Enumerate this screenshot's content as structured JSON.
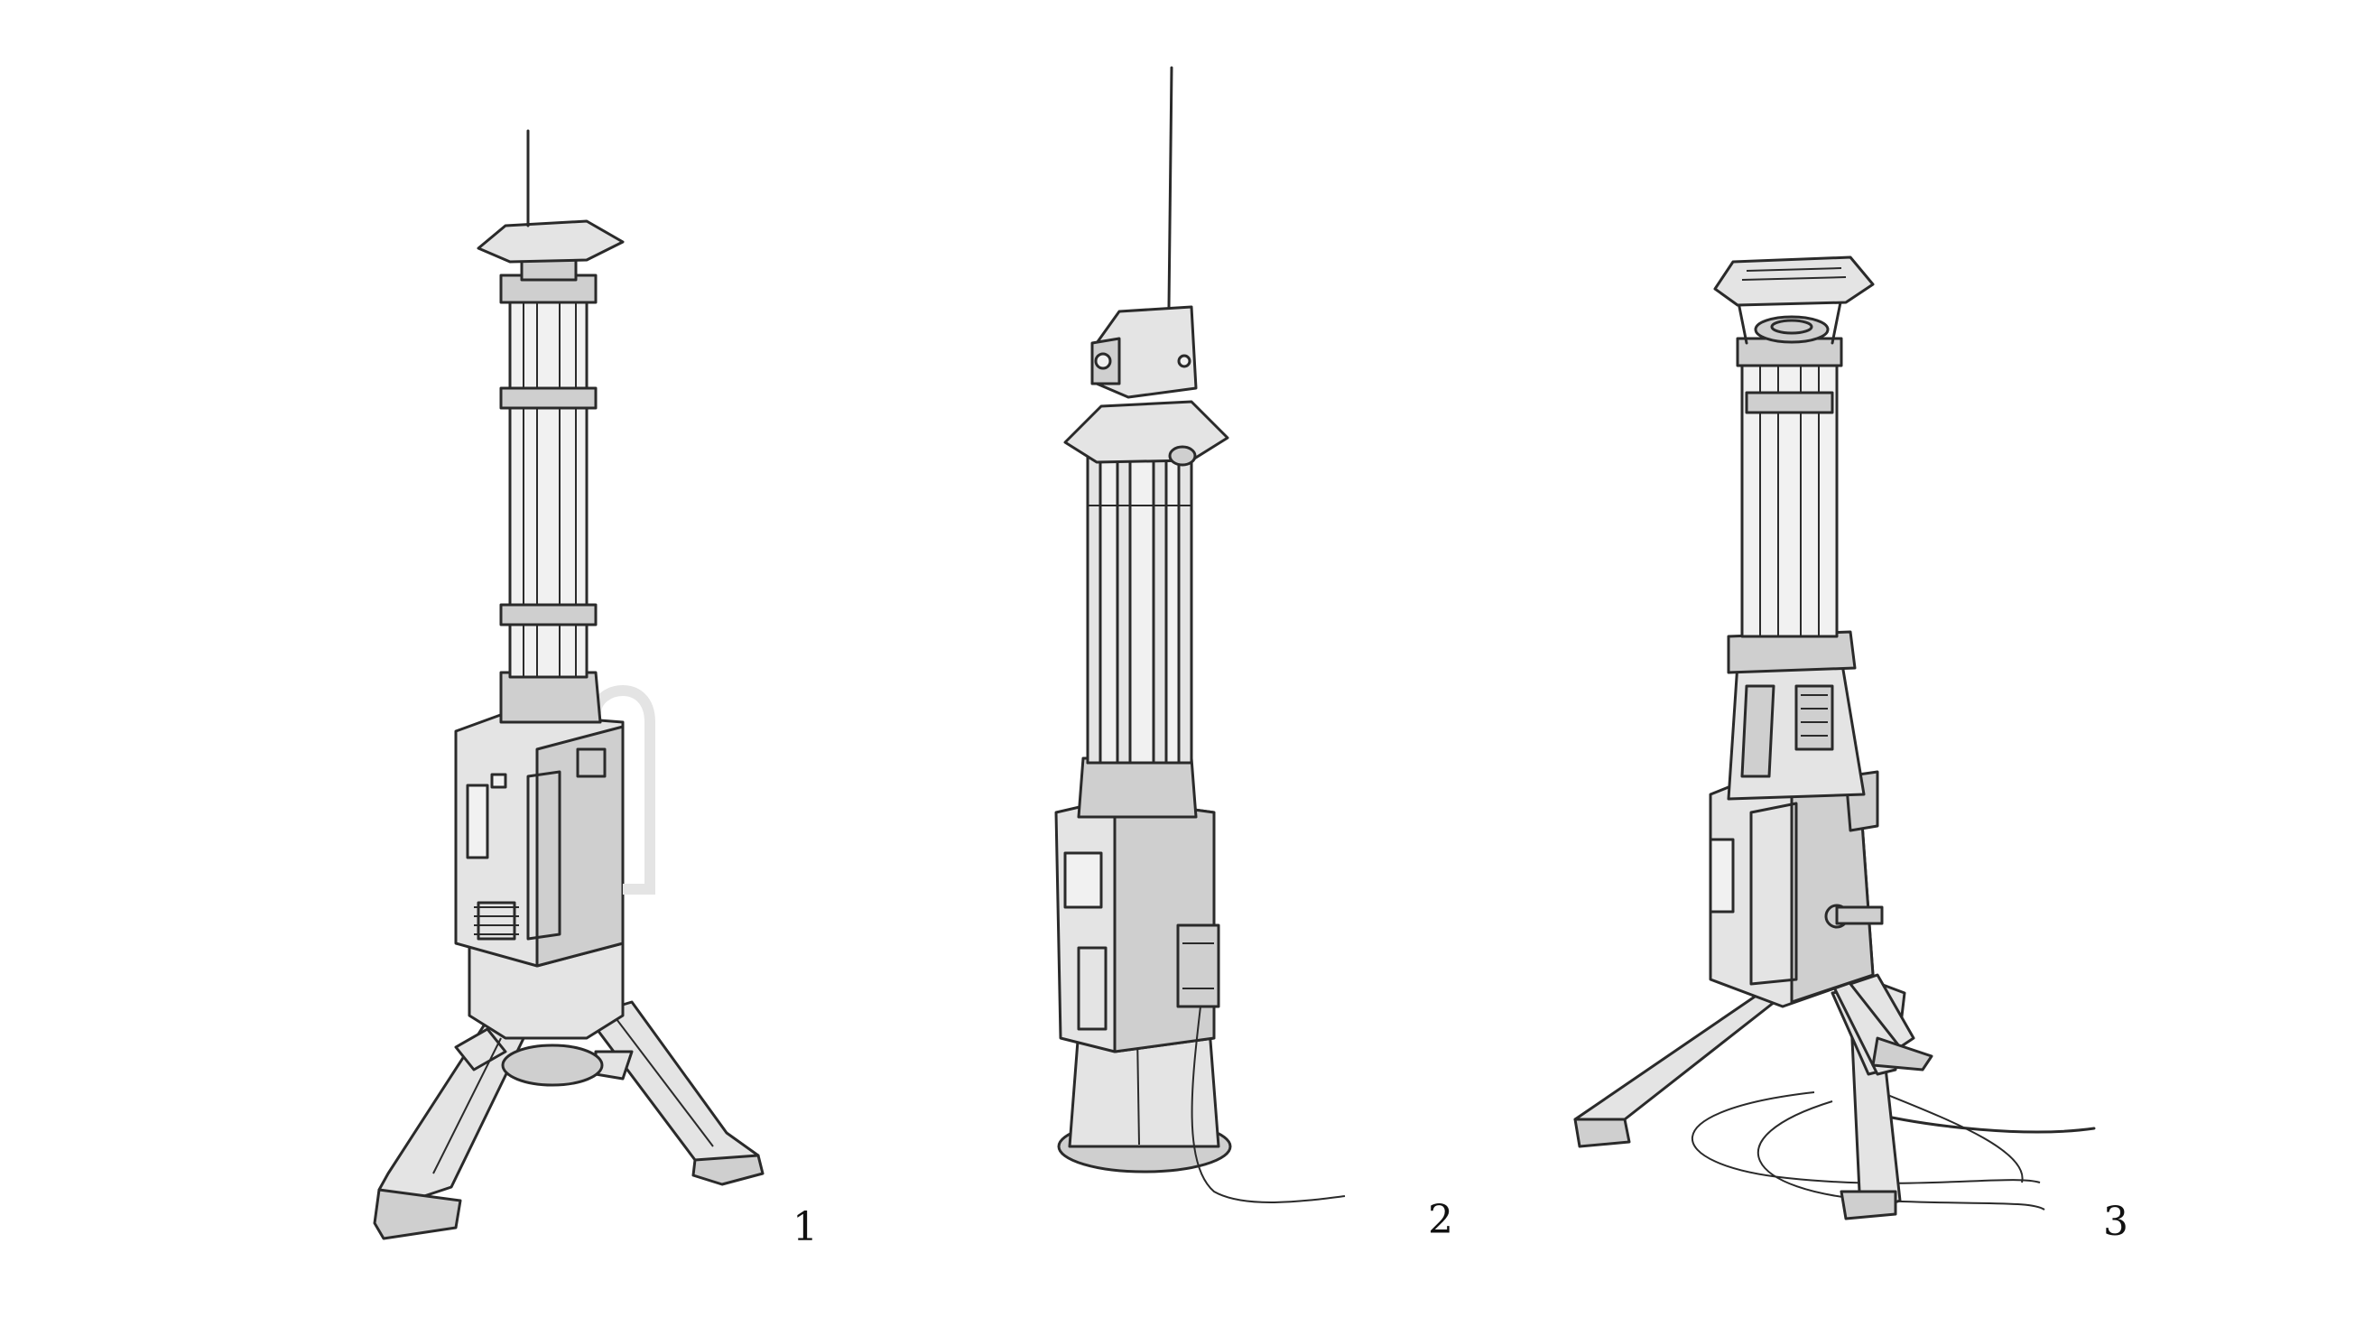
{
  "sketches": [
    {
      "label": "1"
    },
    {
      "label": "2"
    },
    {
      "label": "3"
    }
  ],
  "colors": {
    "line": "#2a2a2a",
    "fill": "#e4e4e4",
    "shade": "#cfcfcf",
    "glass": "#f1f1f1",
    "background": "#ffffff"
  }
}
